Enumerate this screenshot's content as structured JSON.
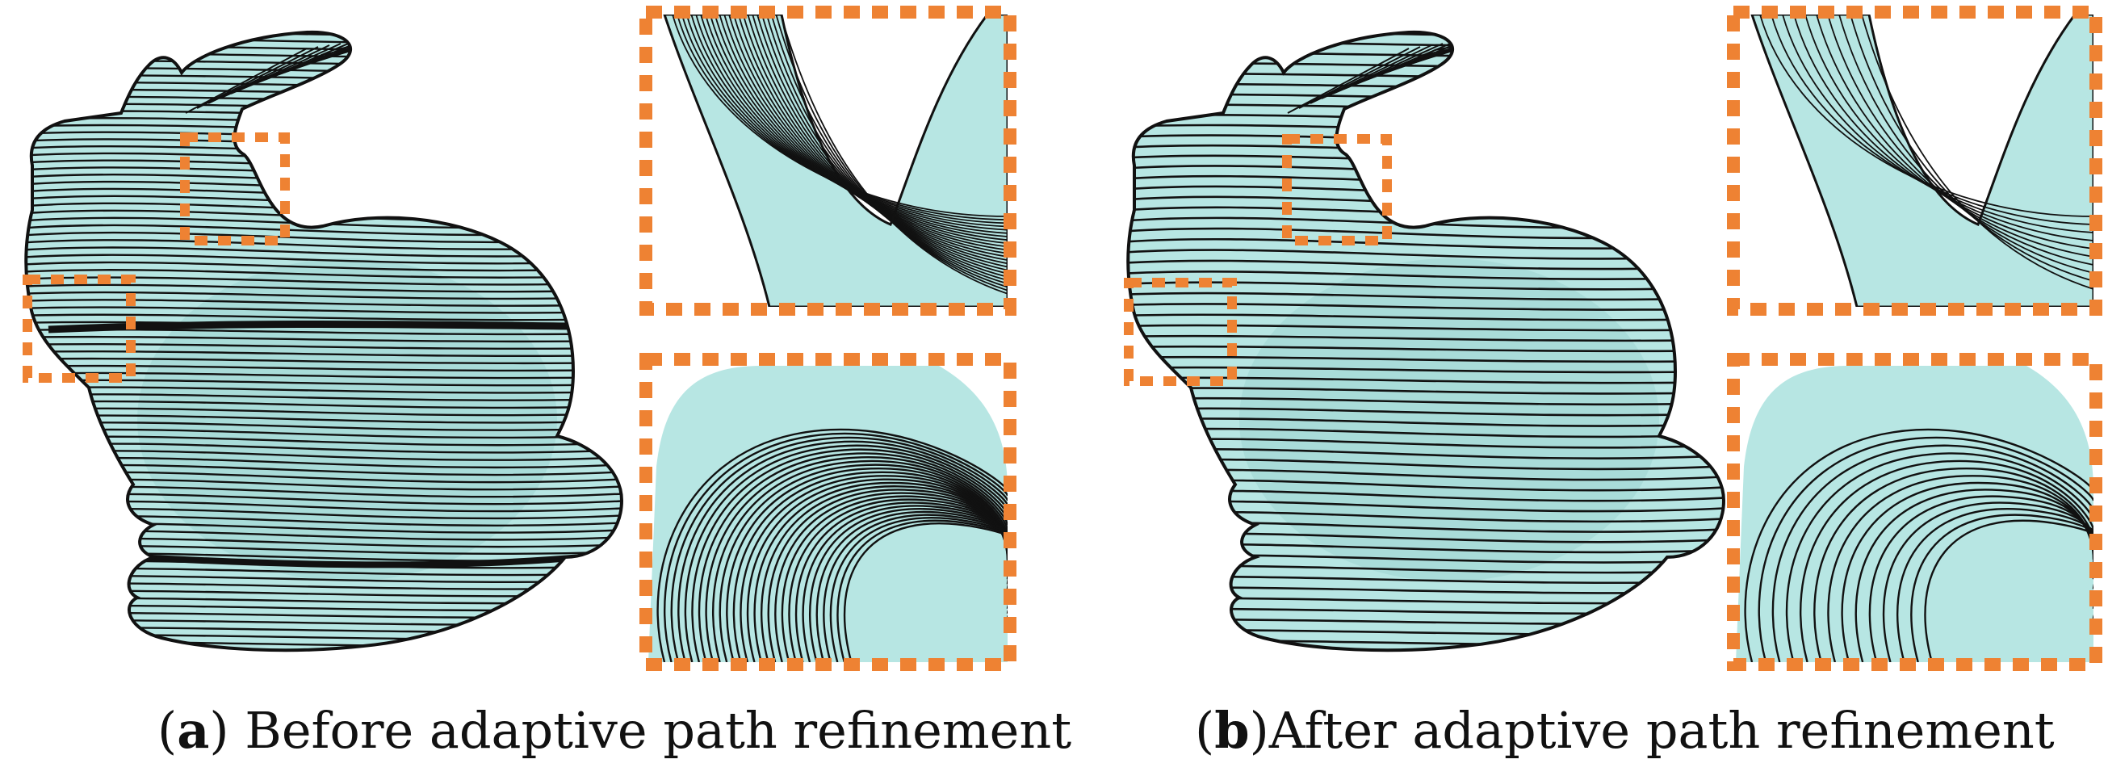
{
  "figure": {
    "colors": {
      "surface": "#b7e6e3",
      "surface_shade": "#7fbfbc",
      "path_line": "#111111",
      "highlight_box": "#ee8233"
    },
    "panels": [
      {
        "id": "a",
        "label": "a",
        "caption_text": "Before adaptive path refinement",
        "caption_prefix": "(",
        "caption_suffix": ") ",
        "path_density": "dense",
        "boundary_artifact": true
      },
      {
        "id": "b",
        "label": "b",
        "caption_text": "After adaptive path refinement",
        "caption_prefix": "(",
        "caption_suffix": ")",
        "path_density": "adaptive",
        "boundary_artifact": false
      }
    ]
  }
}
